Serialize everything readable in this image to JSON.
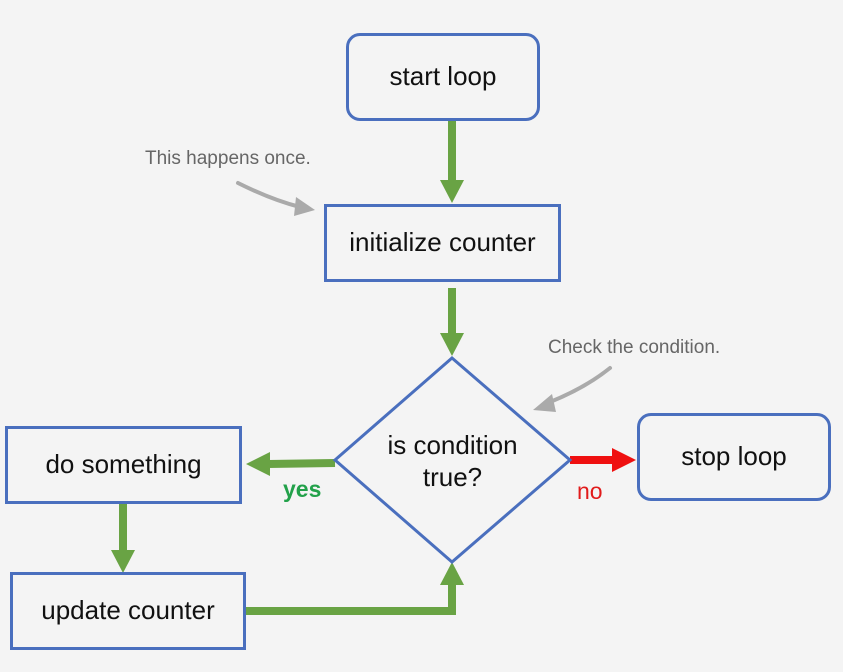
{
  "nodes": {
    "start": "start loop",
    "init": "initialize counter",
    "condition_line1": "is condition",
    "condition_line2": "true?",
    "do": "do something",
    "update": "update counter",
    "stop": "stop loop"
  },
  "edges": {
    "yes": "yes",
    "no": "no"
  },
  "notes": {
    "once": "This happens once.",
    "check": "Check the condition."
  },
  "colors": {
    "box_border": "#4a6fbe",
    "flow_arrow": "#69a344",
    "no_arrow": "#ef1010",
    "yes_text": "#22a14a",
    "no_text": "#e11b1b",
    "note_arrow": "#aaaaaa"
  }
}
